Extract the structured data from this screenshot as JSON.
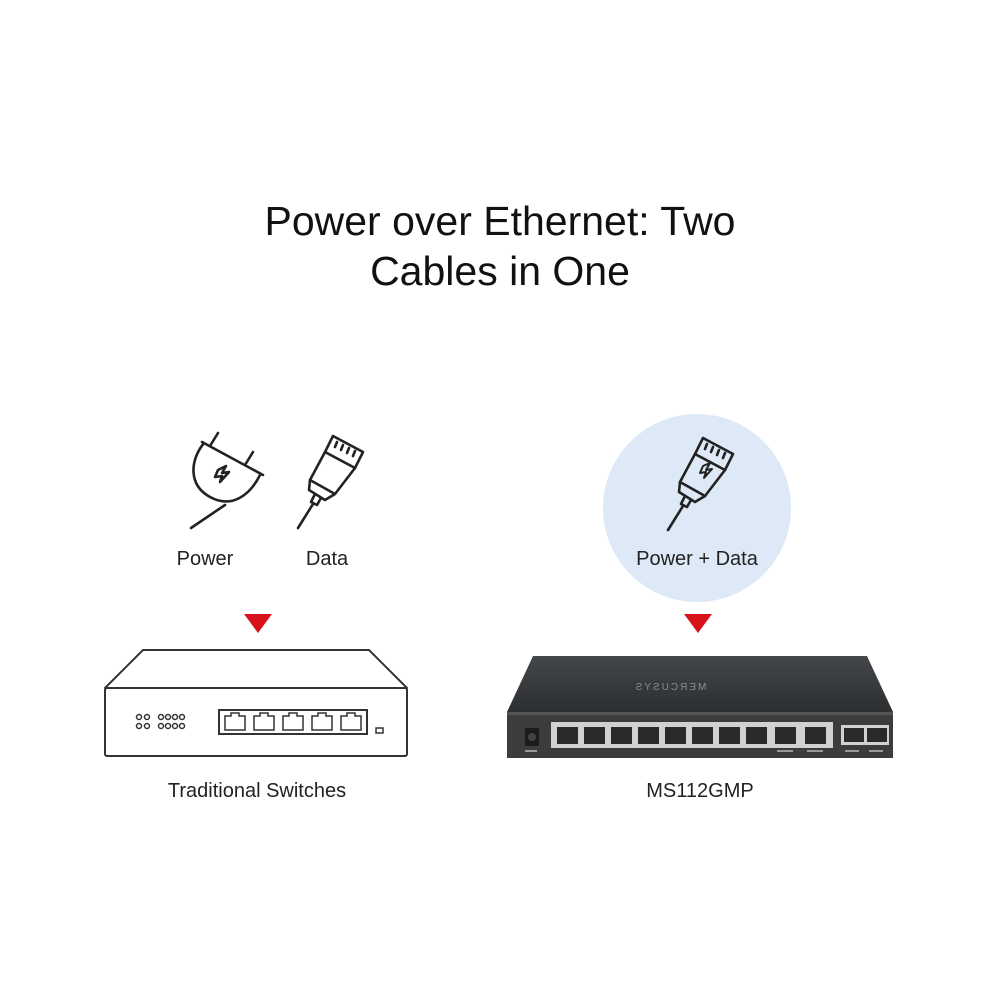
{
  "title_line1": "Power over Ethernet: Two",
  "title_line2": "Cables in One",
  "left": {
    "power_label": "Power",
    "data_label": "Data",
    "device_label": "Traditional Switches",
    "icons": [
      "power-plug-icon",
      "ethernet-plug-icon",
      "arrow-down-icon",
      "switch-outline-icon"
    ]
  },
  "right": {
    "combined_label": "Power + Data",
    "device_label": "MS112GMP",
    "brand_logo": "MERCUSYS",
    "icons": [
      "poe-ethernet-plug-icon",
      "arrow-down-icon",
      "switch-photo"
    ]
  },
  "colors": {
    "arrow": "#d7121b",
    "highlight_circle": "#dde9f7",
    "switch_body": "#3a3c3e"
  }
}
